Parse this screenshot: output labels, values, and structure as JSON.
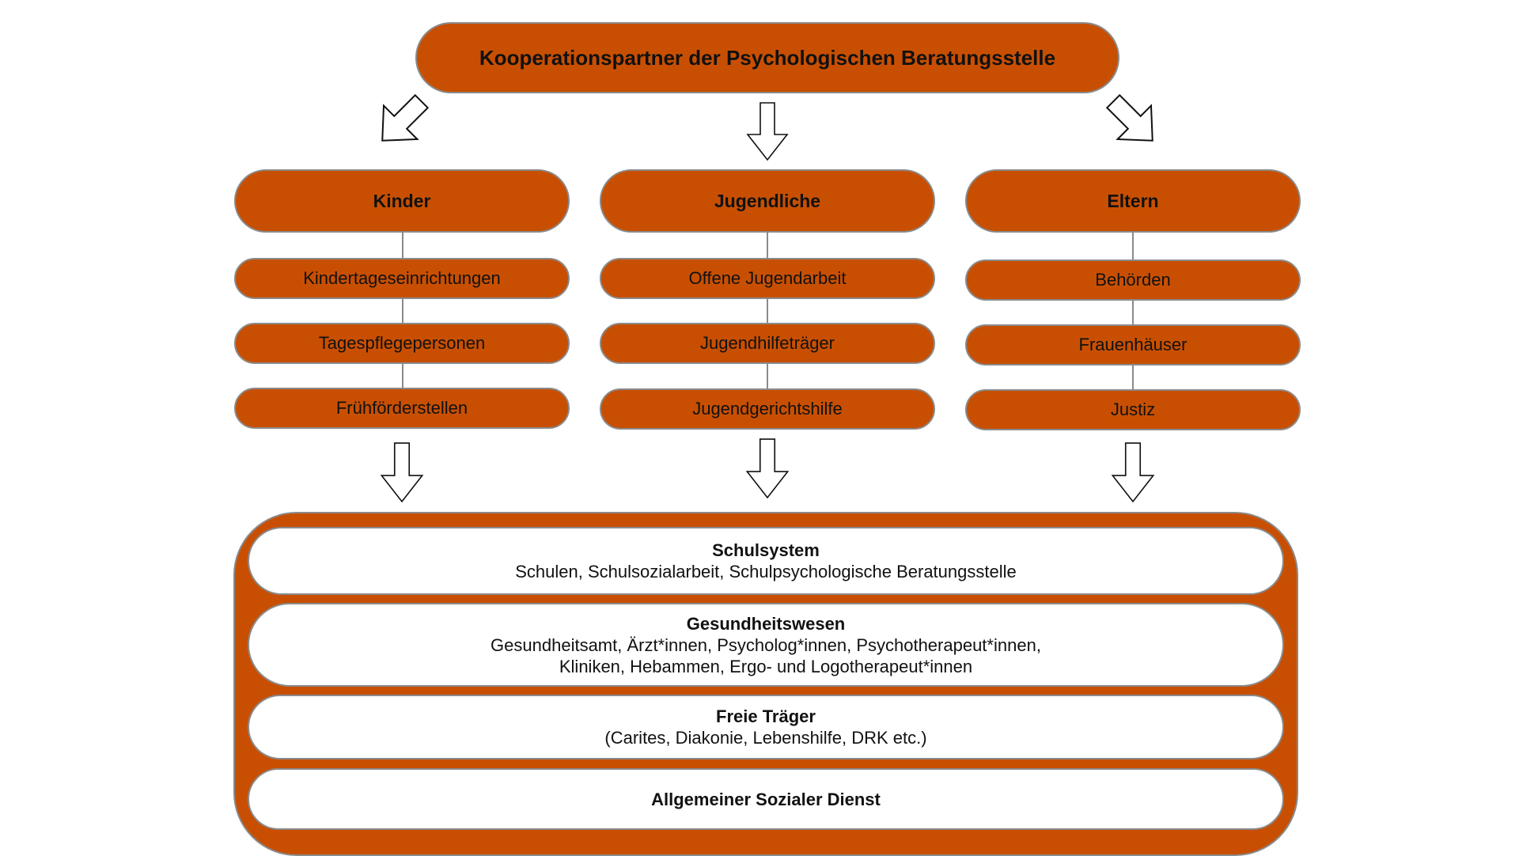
{
  "title": "Kooperationspartner der Psychologischen Beratungsstelle",
  "colors": {
    "box_fill": "#c84f02",
    "box_border": "#8a8a8a",
    "inner_band_fill": "#ffffff",
    "text": "#111111"
  },
  "columns": [
    {
      "label": "Kinder",
      "items": [
        "Kindertageseinrichtungen",
        "Tagespflegepersonen",
        "Frühförderstellen"
      ]
    },
    {
      "label": "Jugendliche",
      "items": [
        "Offene Jugendarbeit",
        "Jugendhilfeträger",
        "Jugendgerichtshilfe"
      ]
    },
    {
      "label": "Eltern",
      "items": [
        "Behörden",
        "Frauenhäuser",
        "Justiz"
      ]
    }
  ],
  "bottom": [
    {
      "heading": "Schulsystem",
      "lines": [
        "Schulen, Schulsozialarbeit, Schulpsychologische Beratungsstelle"
      ]
    },
    {
      "heading": "Gesundheitswesen",
      "lines": [
        "Gesundheitsamt, Ärzt*innen, Psycholog*innen, Psychotherapeut*innen,",
        "Kliniken, Hebammen, Ergo- und Logotherapeut*innen"
      ]
    },
    {
      "heading": "Freie Träger",
      "lines": [
        "(Carites, Diakonie, Lebenshilfe, DRK etc.)"
      ]
    },
    {
      "heading": "Allgemeiner Sozialer Dienst",
      "lines": []
    }
  ],
  "icons": {
    "arrow": "hollow-arrow-icon"
  }
}
